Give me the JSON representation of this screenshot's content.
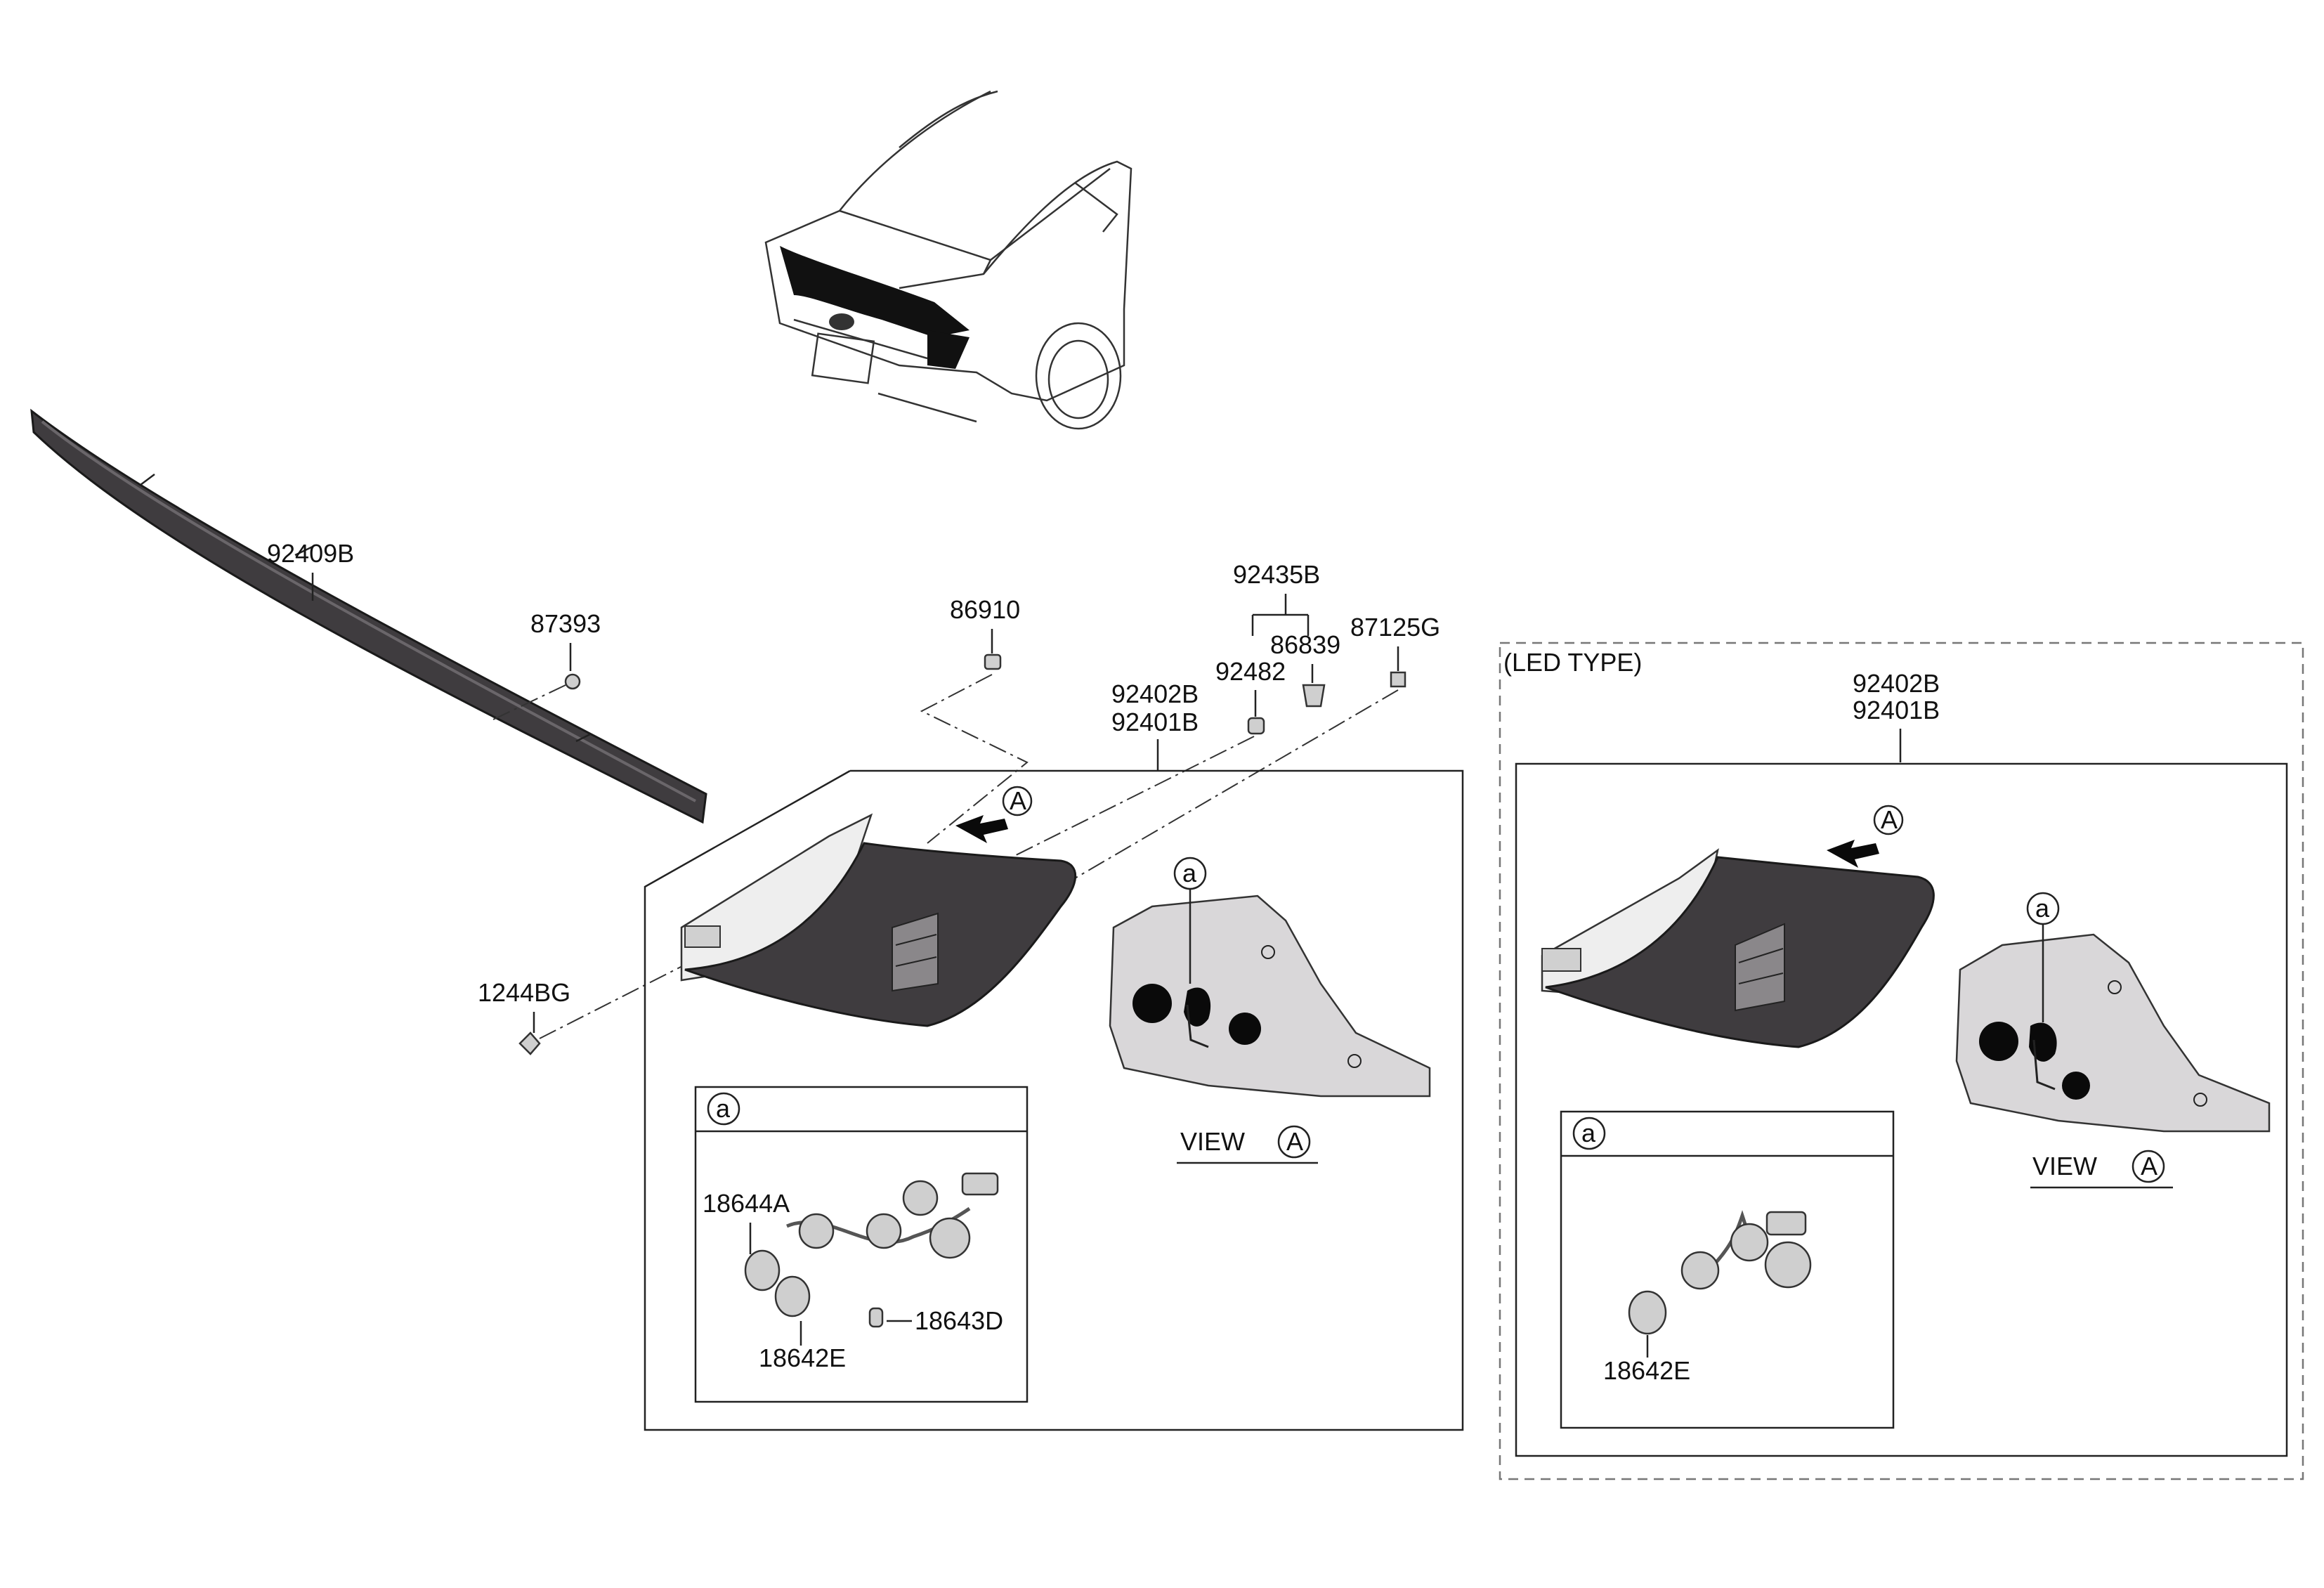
{
  "labels": {
    "garnish": "92409B",
    "clip": "87393",
    "screw_top": "86910",
    "group_92435B": "92435B",
    "grommet": "86839",
    "cap": "92482",
    "nut": "87125G",
    "lamp_rh": "92402B",
    "lamp_lh": "92401B",
    "screw_bottom": "1244BG",
    "bulb_a": "18644A",
    "bulb_e": "18642E",
    "bulb_d": "18643D",
    "led_lamp_rh": "92402B",
    "led_lamp_lh": "92401B",
    "led_bulb_e": "18642E"
  },
  "led_type_title": "(LED TYPE)",
  "view_text": "VIEW",
  "view_ref": "A",
  "callout_a": "a",
  "colors": {
    "lamp_dark": "#3f3c3f",
    "line": "#222222",
    "led_frame": "#777777"
  }
}
